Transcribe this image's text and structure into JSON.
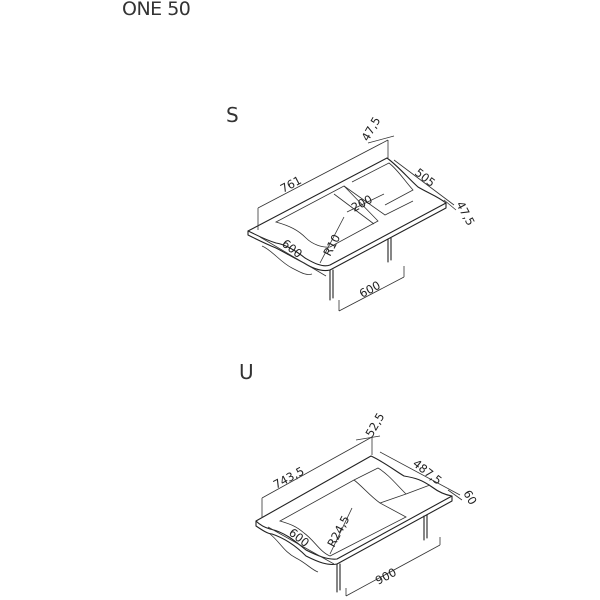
{
  "title": "ONE 50",
  "variants": {
    "s": {
      "label": "S",
      "dims": {
        "overall_length": "761",
        "back_offset": "47,5",
        "rear_depth": "505",
        "side_offset": "47,5",
        "inner_width": "200",
        "front_depth": "600",
        "corner_radius": "R10",
        "leg_span": "600"
      }
    },
    "u": {
      "label": "U",
      "dims": {
        "overall_length": "743,5",
        "back_offset": "52,5",
        "rear_depth": "487,5",
        "side_offset": "60",
        "front_depth": "600",
        "corner_radius": "R24,5",
        "leg_span": "900"
      }
    }
  }
}
